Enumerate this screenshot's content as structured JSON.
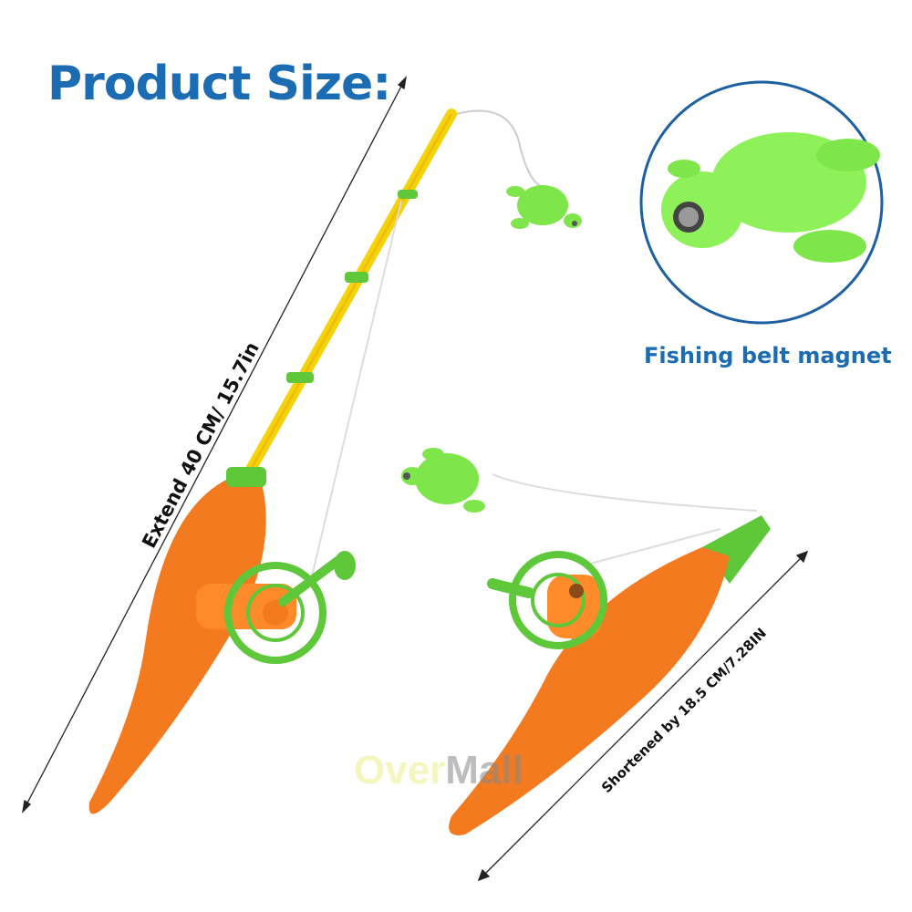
{
  "title": "Product Size:",
  "inset_caption": "Fishing belt magnet",
  "extended_label": "Extend 40 CM/ 15.7in",
  "shortened_label": "Shortened by 18.5 CM/7.28IN",
  "watermark": {
    "part1": "Over",
    "part2": "Mall"
  },
  "colors": {
    "accent": "#1b6cb3",
    "orange": "#f47a1f",
    "green": "#66d63a",
    "yellow": "#f5d20a"
  }
}
